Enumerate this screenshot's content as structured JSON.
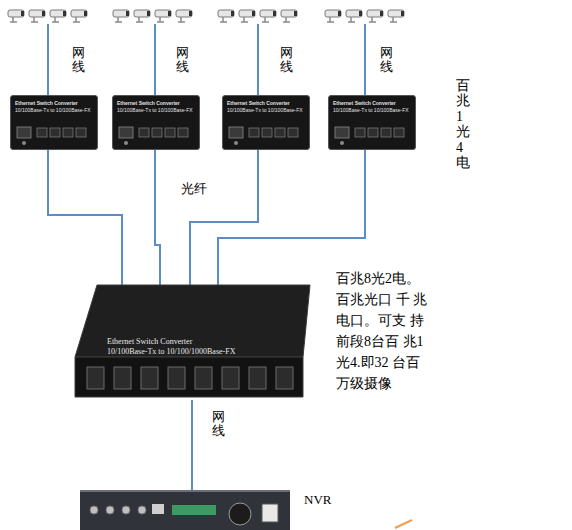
{
  "diagram": {
    "nodes": [
      {
        "text": [
          "Ethernet Switch Converter",
          "10/100Base-Tx to 10/100Base-FX"
        ]
      },
      {
        "text": [
          "Ethernet Switch Converter",
          "10/100Base-Tx to 10/100Base-FX"
        ]
      },
      {
        "text": [
          "Ethernet Switch Converter",
          "10/100Base-Tx to 10/100Base-FX"
        ]
      },
      {
        "text": [
          "Ethernet Switch Converter",
          "10/100Base-Tx to 10/100Base-FX"
        ]
      },
      {
        "text": [
          "Ethernet Switch Converter",
          "10/100Base-Tx to 10/100/1000Base-FX"
        ]
      },
      {
        "text": [
          "NVR"
        ]
      }
    ],
    "edges": [
      {
        "from": 0,
        "to": 4,
        "arrow": "none"
      },
      {
        "from": 1,
        "to": 4,
        "arrow": "none"
      },
      {
        "from": 2,
        "to": 4,
        "arrow": "none"
      },
      {
        "from": 3,
        "to": 4,
        "arrow": "none"
      },
      {
        "from": 4,
        "to": 5,
        "label": "网线",
        "arrow": "none"
      }
    ],
    "labels": [
      "网线",
      "网线",
      "网线",
      "网线",
      "光纤",
      "百兆1光4电",
      "百兆8光2电。 百兆光口 千 兆电口。可支 持 前段8台百 兆1光4.即32 台百万级摄像"
    ]
  }
}
